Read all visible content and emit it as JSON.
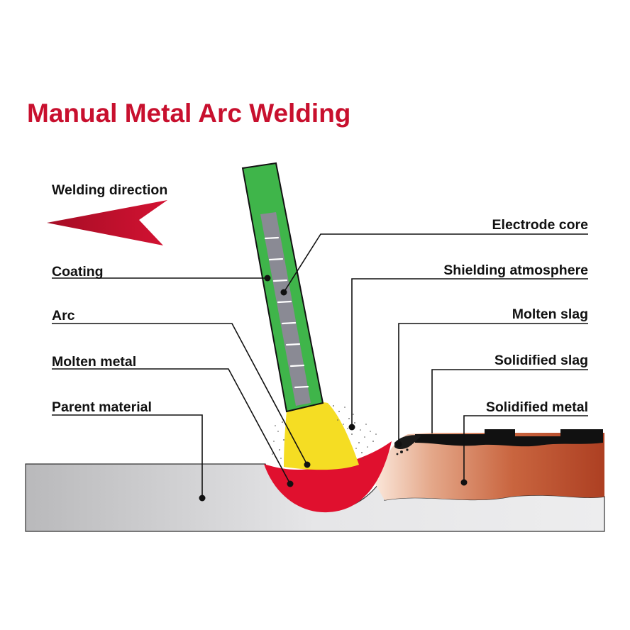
{
  "title": "Manual Metal Arc Welding",
  "direction_label": "Welding direction",
  "labels": {
    "coating": "Coating",
    "arc": "Arc",
    "molten_metal": "Molten metal",
    "parent_material": "Parent material",
    "electrode_core": "Electrode core",
    "shielding_atmosphere": "Shielding atmosphere",
    "molten_slag": "Molten slag",
    "solidified_slag": "Solidified slag",
    "solidified_metal": "Solidified metal"
  },
  "colors": {
    "title": "#c8102e",
    "arrow": "#c8102e",
    "coating": "#3fb54a",
    "electrode_core": "#8a8a94",
    "arc": "#f5dd23",
    "molten_metal": "#e0102e",
    "parent_material": "#c9c9cb",
    "solidified_metal": "#b44a2c",
    "slag": "#111111"
  }
}
